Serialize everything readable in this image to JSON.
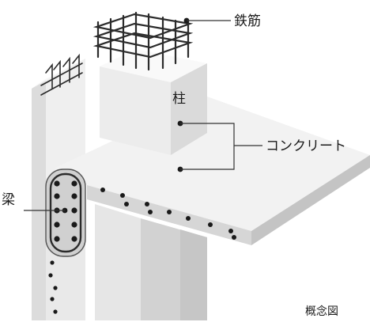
{
  "labels": {
    "rebar": "鉄筋",
    "column": "柱",
    "concrete": "コンクリート",
    "beam": "梁",
    "caption": "概念図"
  },
  "colors": {
    "concrete_light": "#f4f4f4",
    "concrete_mid": "#e2e2e2",
    "concrete_dark": "#c9c9c9",
    "rebar": "#2b2b2b",
    "text": "#1a1a1a"
  }
}
